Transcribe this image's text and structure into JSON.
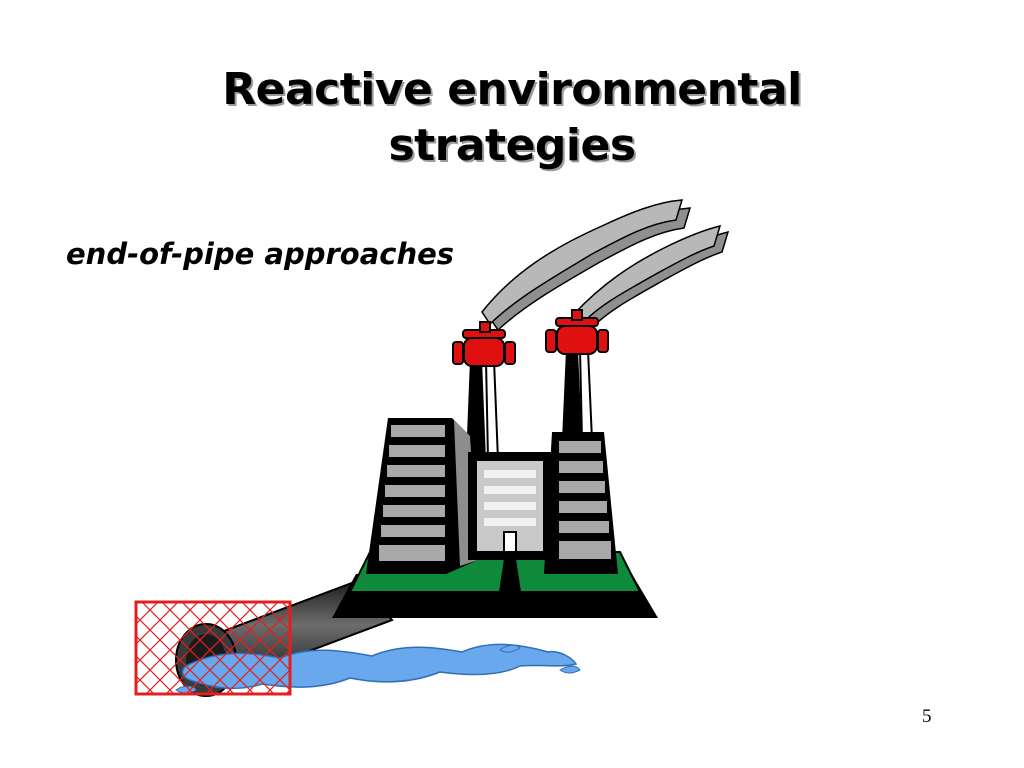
{
  "slide": {
    "title_lines": [
      "Reactive environmental",
      "strategies"
    ],
    "subtitle": "end-of-pipe approaches",
    "page_number": "5"
  },
  "illustration": {
    "icon": "factory-pollution-icon",
    "colors": {
      "smoke": "#b8b8b8",
      "smoke_shadow": "#8f8f8f",
      "valve": "#e01010",
      "building": "#a8a8a8",
      "window": "#d8d8d8",
      "grass": "#0f8a3a",
      "ground": "#000000",
      "pipe": "#2b2b2b",
      "water": "#6aa8ee",
      "filter": "#e02020"
    }
  }
}
